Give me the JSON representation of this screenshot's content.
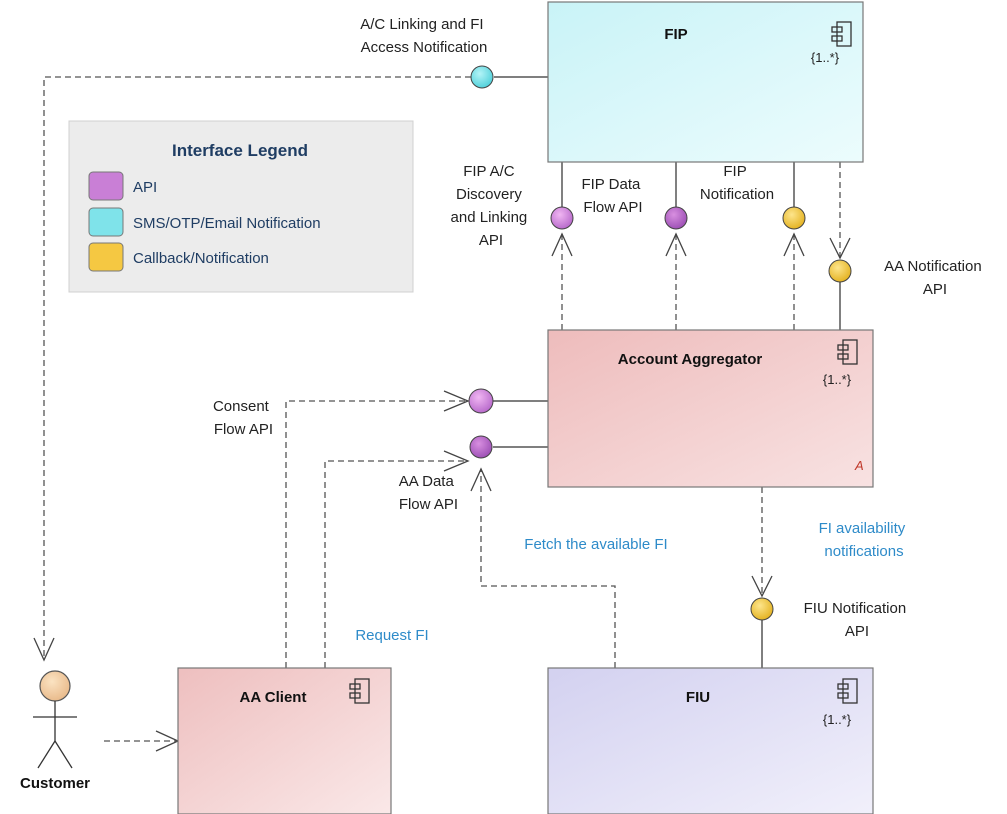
{
  "colors": {
    "api": "#d98ad9",
    "api_dark": "#b264c8",
    "sms": "#7fe3ea",
    "callback": "#f5c842",
    "fip_fill": "#d7f7f9",
    "aa_fill": "#f1c8c8",
    "aaclient_fill": "#f3d3d3",
    "fiu_fill": "#dedcf3",
    "legend_bg": "#eeeeee",
    "blue_text": "#2e8bc9"
  },
  "legend": {
    "title": "Interface Legend",
    "items": [
      {
        "label": "API",
        "color": "#c97fd6"
      },
      {
        "label": "SMS/OTP/Email Notification",
        "color": "#7fe3ea"
      },
      {
        "label": "Callback/Notification",
        "color": "#f5c842"
      }
    ]
  },
  "components": {
    "fip": {
      "name": "FIP",
      "multiplicity": "{1..*}"
    },
    "aa": {
      "name": "Account Aggregator",
      "multiplicity": "{1..*}",
      "marker": "A"
    },
    "aa_client": {
      "name": "AA Client"
    },
    "fiu": {
      "name": "FIU",
      "multiplicity": "{1..*}"
    }
  },
  "actor": {
    "name": "Customer"
  },
  "interfaces": {
    "fip_access_notification": [
      "A/C Linking and FI",
      "Access Notification"
    ],
    "fip_discovery": [
      "FIP A/C",
      "Discovery",
      "and Linking",
      "API"
    ],
    "fip_data_flow": [
      "FIP Data",
      "Flow API"
    ],
    "fip_notification": [
      "FIP",
      "Notification"
    ],
    "aa_notification": [
      "AA Notification",
      "API"
    ],
    "consent_flow": [
      "Consent",
      "Flow API"
    ],
    "aa_data_flow": [
      "AA Data",
      "Flow API"
    ],
    "fiu_notification": [
      "FIU Notification",
      "API"
    ]
  },
  "flows": {
    "fetch_fi": "Fetch the available FI",
    "fi_availability": [
      "FI availability",
      "notifications"
    ],
    "request_fi": "Request FI"
  }
}
